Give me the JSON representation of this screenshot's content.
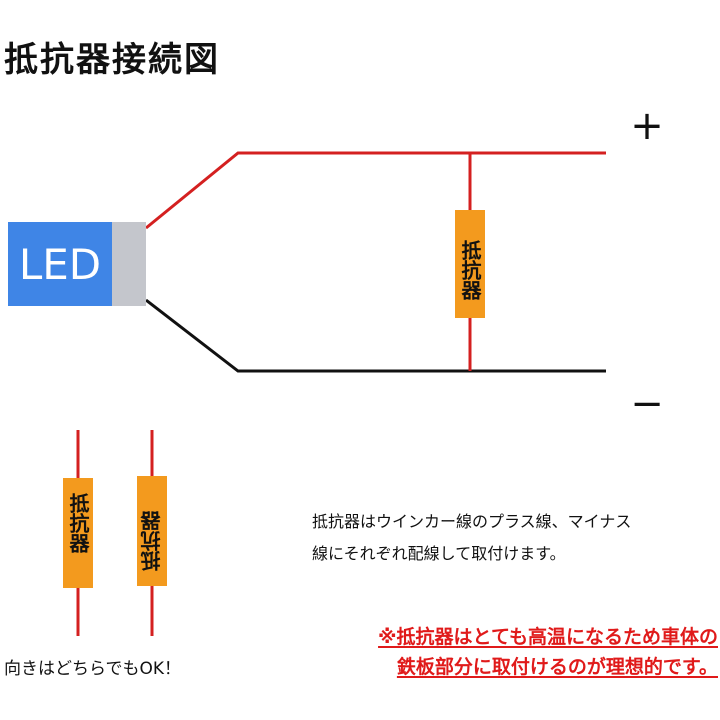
{
  "title": "抵抗器接続図",
  "led_label": "LED",
  "terminal_plus": "+",
  "terminal_minus": "−",
  "resistor_label": "抵抗器",
  "instruction_lines": [
    "抵抗器はウインカー線のプラス線、マイナス",
    "線にそれぞれ配線して取付けます。"
  ],
  "orientation_note": "向きはどちらでもOK！",
  "warning_lines": [
    "※抵抗器はとても高温になるため車体の",
    "鉄板部分に取付けるのが理想的です。"
  ],
  "colors": {
    "positive_wire": "#d42020",
    "negative_wire": "#111111",
    "led_blue": "#3f85e6",
    "led_connector": "#c4c6cc",
    "resistor": "#f39a1e",
    "warning_text": "#e01a1a"
  }
}
